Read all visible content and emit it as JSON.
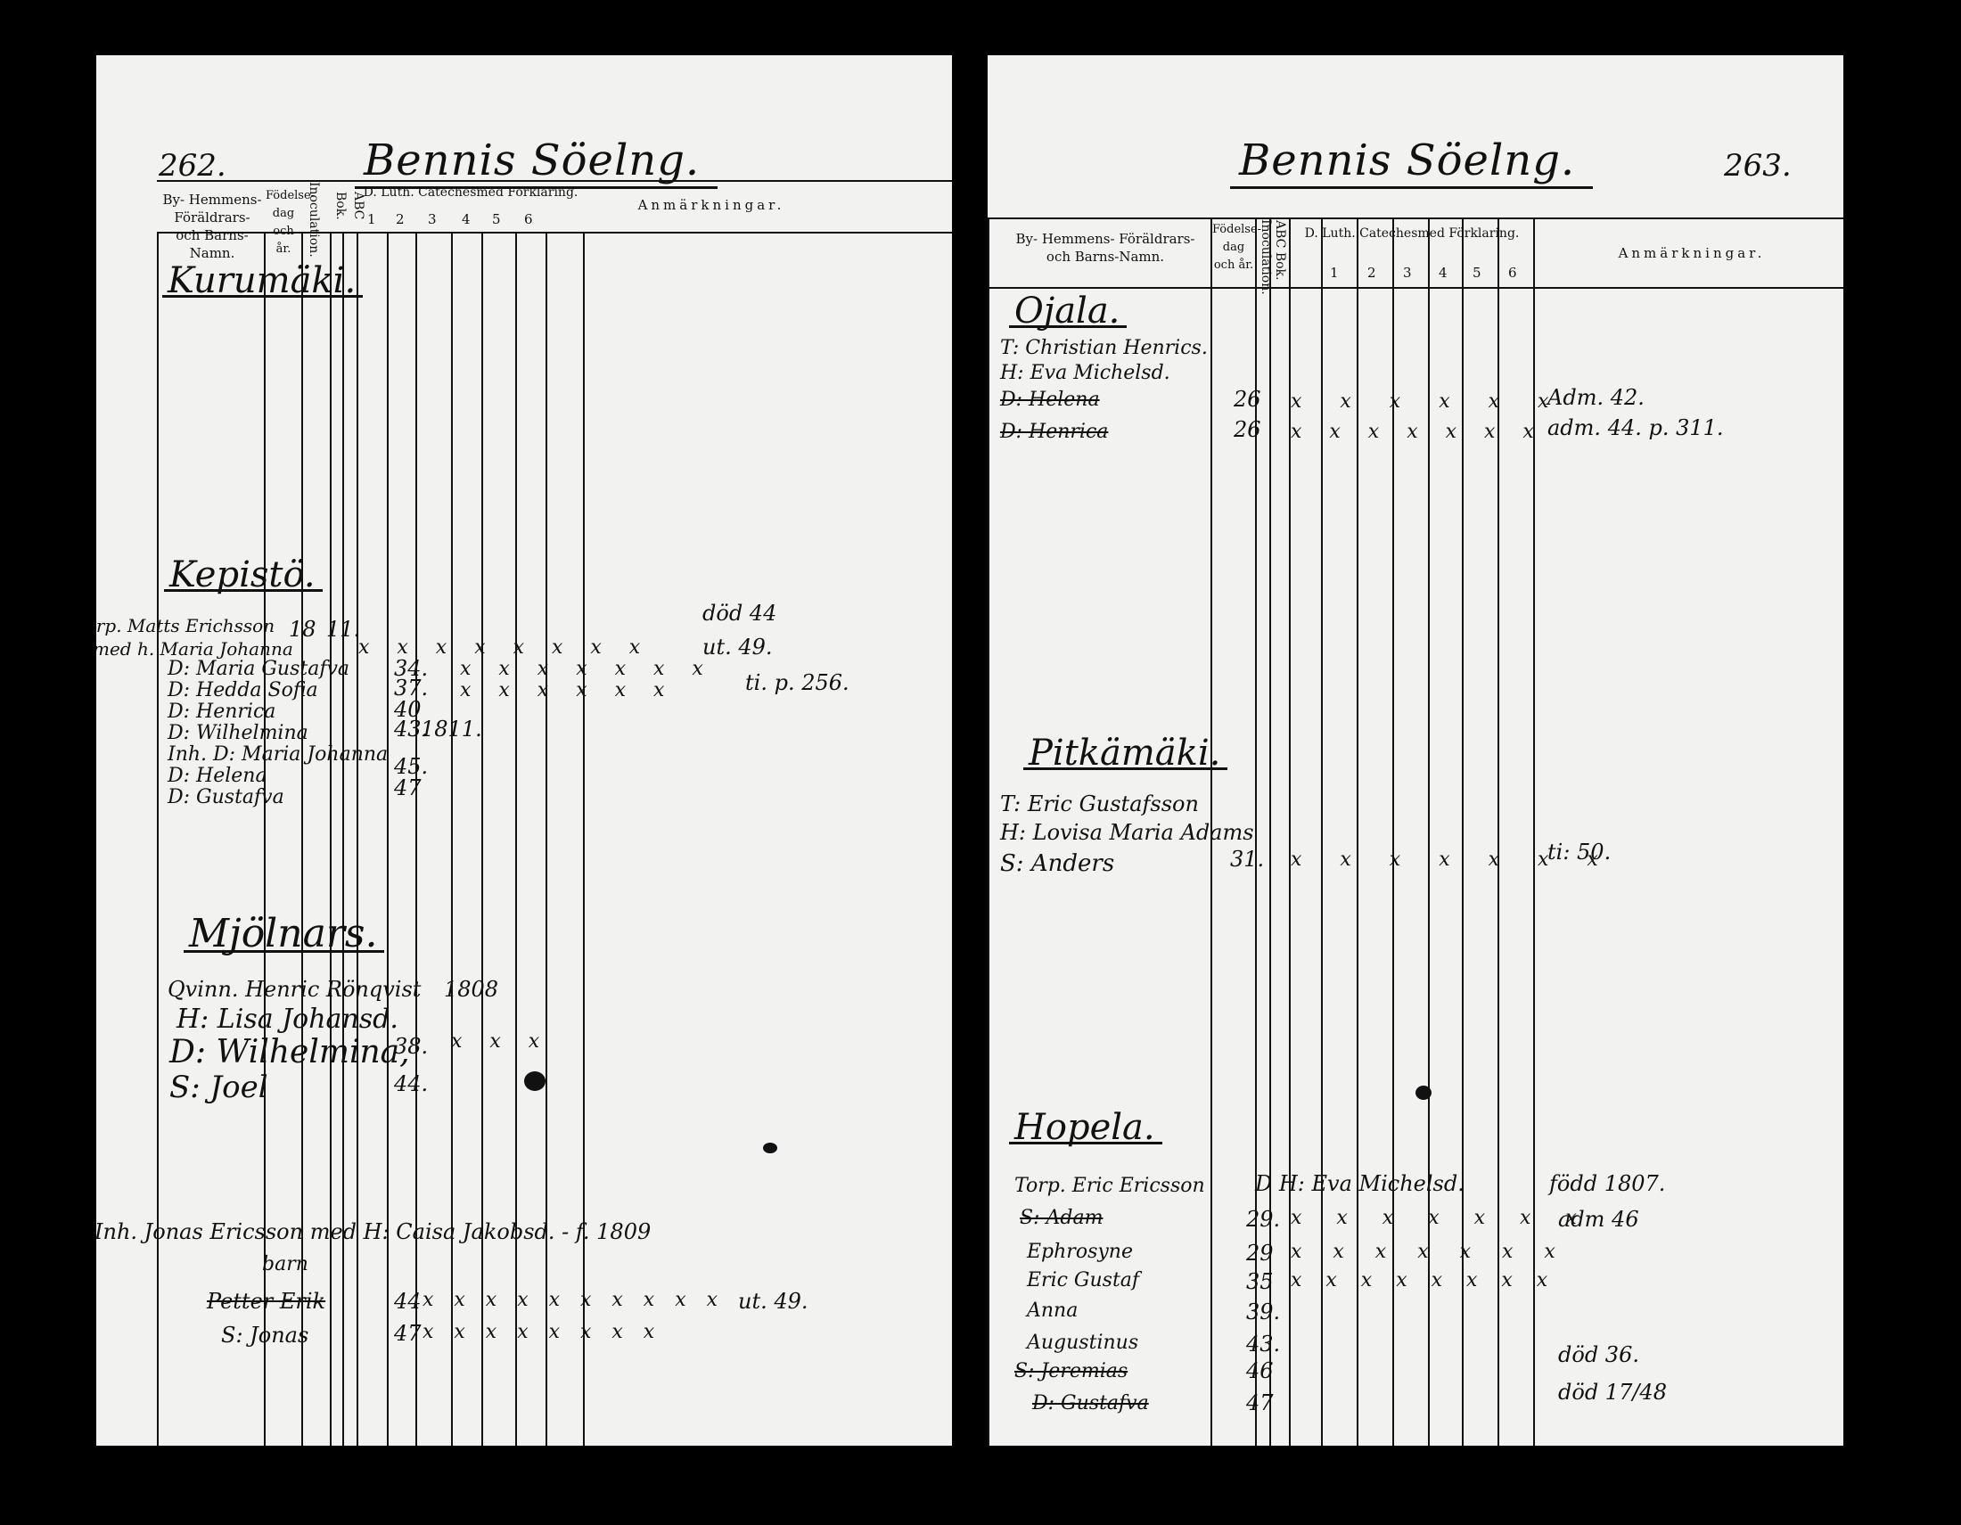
{
  "left_page": {
    "page_number": "262.",
    "title": "Bennis Söelng.",
    "header": {
      "names": "By- Hemmens- Föräldrars- och Barns-Namn.",
      "birth": "Födelse- dag och år.",
      "inoculation": "Inoculation.",
      "abc": "ABC Bok.",
      "catechism": "D. Luth. Catechesmed Förklaring.",
      "cols": [
        "1",
        "2",
        "3",
        "4",
        "5",
        "6"
      ],
      "remarks": "Anmärkningar."
    },
    "sections": [
      {
        "place": "Kurumäki.",
        "entries": []
      },
      {
        "place": "Kepistö.",
        "entries": [
          {
            "name": "Torp. Matts Erichsson",
            "birth": "18",
            "inoc": "11.",
            "marks": "x x x x x x x x",
            "note": "död 44"
          },
          {
            "name": "med h. Maria Johanna",
            "birth": "",
            "inoc": "",
            "marks": "",
            "note": "ut. 49."
          },
          {
            "name": "D: Maria Gustafva",
            "birth": "34.",
            "inoc": "",
            "marks": "x x x x x x x",
            "note": ""
          },
          {
            "name": "D: Hedda Sofia",
            "birth": "37.",
            "inoc": "",
            "marks": "x x x x x x",
            "note": "ti. p. 256."
          },
          {
            "name": "D: Henrica",
            "birth": "40",
            "inoc": "",
            "marks": "",
            "note": ""
          },
          {
            "name": "D: Wilhelmina",
            "birth": "43.",
            "inoc": "",
            "marks": "",
            "note": ""
          },
          {
            "name": "Inh. D: Maria Johanna",
            "birth": "",
            "inoc": "1811.",
            "marks": "",
            "note": ""
          },
          {
            "name": "D: Helena",
            "birth": "45.",
            "inoc": "",
            "marks": "",
            "note": ""
          },
          {
            "name": "D: Gustafva",
            "birth": "47",
            "inoc": "",
            "marks": "",
            "note": ""
          }
        ]
      },
      {
        "place": "Mjölnars.",
        "entries": [
          {
            "name": "Qvinn. Henric Rönqvist",
            "birth": "",
            "inoc": "1808",
            "marks": "",
            "note": ""
          },
          {
            "name": "H: Lisa Johansd.",
            "birth": "",
            "inoc": "",
            "marks": "",
            "note": ""
          },
          {
            "name": "D: Wilhelmina,",
            "birth": "38.",
            "inoc": "",
            "marks": "x x x",
            "note": ""
          },
          {
            "name": "S: Joel",
            "birth": "44.",
            "inoc": "",
            "marks": "",
            "note": ""
          }
        ]
      }
    ],
    "extra_entry": {
      "line1": "Inh. Jonas Ericsson med H: Caisa Jakobsd. - f. 1809",
      "line2": "barn",
      "rows": [
        {
          "name": "Petter Erik",
          "birth": "44",
          "marks": "x x x x x x x x x x",
          "note": "ut. 49."
        },
        {
          "name": "S: Jonas",
          "birth": "47",
          "marks": "x x x x x x x x",
          "note": ""
        }
      ]
    }
  },
  "right_page": {
    "page_number": "263.",
    "title": "Bennis Söelng.",
    "header": {
      "names": "By- Hemmens- Föräldrars- och Barns-Namn.",
      "birth": "Födelse- dag och år.",
      "inoculation": "Inoculation.",
      "abc": "ABC Bok.",
      "catechism": "D. Luth. Catechesmed Förklaring.",
      "cols": [
        "1",
        "2",
        "3",
        "4",
        "5",
        "6"
      ],
      "remarks": "Anmärkningar."
    },
    "sections": [
      {
        "place": "Ojala.",
        "entries": [
          {
            "name": "T: Christian Henrics.",
            "birth": "",
            "marks": "",
            "note": ""
          },
          {
            "name": "H: Eva Michelsd.",
            "birth": "",
            "marks": "",
            "note": ""
          },
          {
            "name": "D: Helena",
            "birth": "26",
            "marks": "x x x x x x",
            "note": "Adm. 42."
          },
          {
            "name": "D: Henrica",
            "birth": "26",
            "marks": "x x x x x x x",
            "note": "adm. 44. p. 311."
          }
        ]
      },
      {
        "place": "Pitkämäki.",
        "entries": [
          {
            "name": "T: Eric Gustafsson",
            "birth": "",
            "marks": "",
            "note": ""
          },
          {
            "name": "H: Lovisa Maria Adams",
            "birth": "",
            "marks": "",
            "note": ""
          },
          {
            "name": "S: Anders",
            "birth": "31.",
            "marks": "x x x x x x x",
            "note": "ti: 50."
          }
        ]
      },
      {
        "place": "Hopela.",
        "entries": [
          {
            "name": "Torp. Eric Ericsson",
            "birth": "",
            "marks": "D  H: Eva Michelsd.",
            "note": "född 1807."
          },
          {
            "name": "S: Adam",
            "birth": "29.",
            "marks": "x x x x x x x",
            "note": "adm 46"
          },
          {
            "name": "Ephrosyne",
            "birth": "29",
            "marks": "x x x x x x x",
            "note": ""
          },
          {
            "name": "Eric Gustaf",
            "birth": "35",
            "marks": "x x x x x x x x",
            "note": ""
          },
          {
            "name": "Anna",
            "birth": "39.",
            "marks": "",
            "note": ""
          },
          {
            "name": "Augustinus",
            "birth": "43.",
            "marks": "",
            "note": ""
          },
          {
            "name": "S: Jeremias",
            "birth": "46",
            "marks": "",
            "note": "död 36."
          },
          {
            "name": "D: Gustafva",
            "birth": "47",
            "marks": "",
            "note": "död 17/48"
          }
        ]
      }
    ]
  }
}
